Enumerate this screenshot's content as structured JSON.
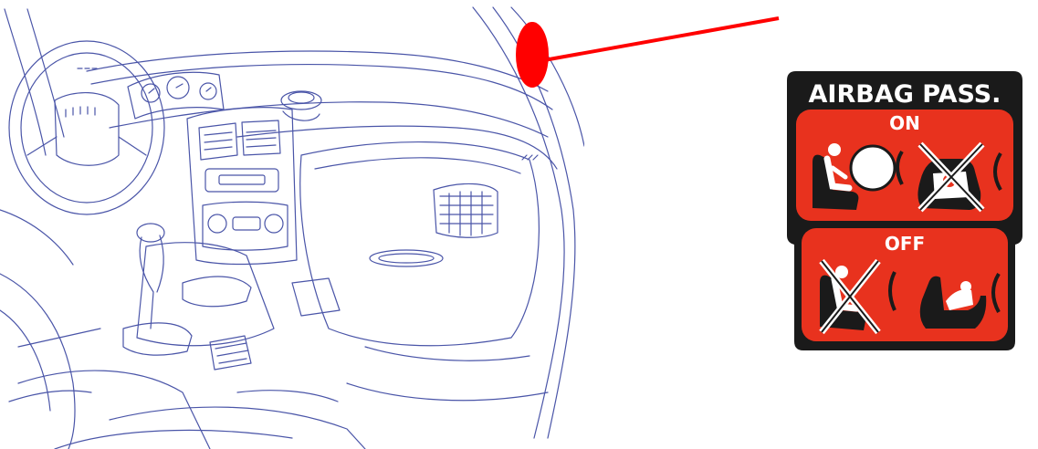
{
  "airbag_label": {
    "title": "AIRBAG PASS.",
    "on_text": "ON",
    "off_text": "OFF"
  },
  "colors": {
    "line_art": "#4a55a8",
    "pointer": "#ff0000",
    "label_red": "#e8321e",
    "label_dark": "#1a1a1a",
    "label_text": "#ffffff"
  },
  "icons": {
    "on_allowed": "seat-with-airbag-icon",
    "on_forbidden": "child-seat-crossed-icon",
    "off_forbidden": "seat-with-airbag-crossed-icon",
    "off_allowed": "child-seat-icon"
  }
}
